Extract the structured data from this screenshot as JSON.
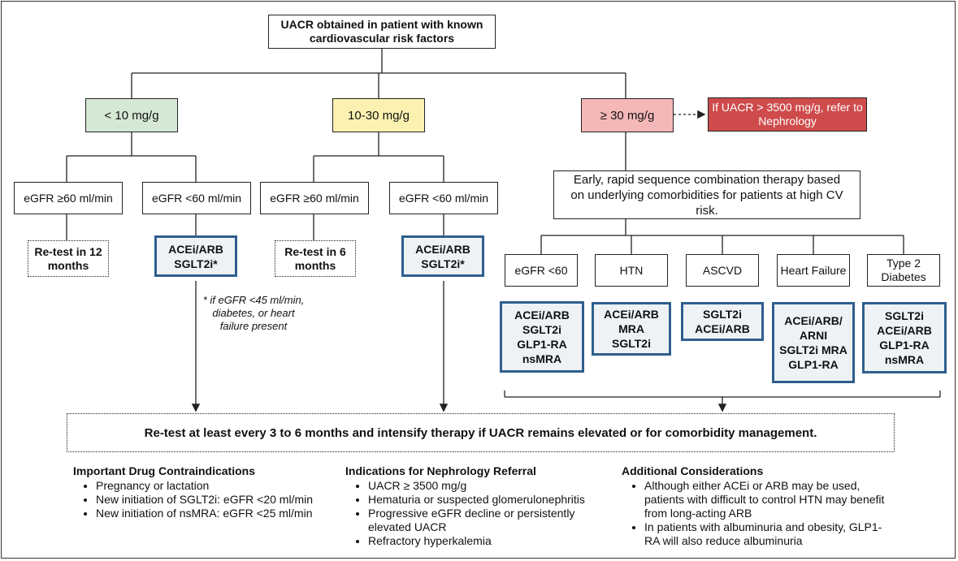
{
  "top": "UACR obtained in patient with known cardiovascular risk factors",
  "tiers": {
    "low": "< 10 mg/g",
    "mid": "10-30 mg/g",
    "high": "≥ 30 mg/g"
  },
  "referral_box": "If UACR > 3500 mg/g, refer to Nephrology",
  "egfr": {
    "ge60": "eGFR ≥60 ml/min",
    "lt60": "eGFR <60 ml/min"
  },
  "retest": {
    "low": "Re-test in 12 months",
    "mid": "Re-test in 6 months"
  },
  "ace_sglt": "ACEi/ARB SGLT2i*",
  "footnote": "* if eGFR <45 ml/min, diabetes, or heart failure present",
  "combination": "Early, rapid sequence combination therapy based on underlying comorbidities for patients at high CV risk.",
  "comorbidities": [
    {
      "label": "eGFR <60",
      "drugs": "ACEi/ARB SGLT2i GLP1-RA nsMRA"
    },
    {
      "label": "HTN",
      "drugs": "ACEi/ARB MRA SGLT2i"
    },
    {
      "label": "ASCVD",
      "drugs": "SGLT2i ACEi/ARB"
    },
    {
      "label": "Heart Failure",
      "drugs": "ACEi/ARB/ ARNI SGLT2i MRA GLP1-RA"
    },
    {
      "label": "Type 2 Diabetes",
      "drugs": "SGLT2i ACEi/ARB GLP1-RA nsMRA"
    }
  ],
  "bottom": "Re-test at least every 3 to 6 months and intensify therapy if UACR remains elevated or for comorbidity management.",
  "contraindications": {
    "title": "Important Drug Contraindications",
    "items": [
      "Pregnancy or lactation",
      "New initiation of SGLT2i: eGFR <20 ml/min",
      "New initiation of nsMRA: eGFR <25 ml/min"
    ]
  },
  "referral": {
    "title": "Indications for Nephrology Referral",
    "items": [
      "UACR ≥ 3500 mg/g",
      "Hematuria or suspected glomerulonephritis",
      "Progressive eGFR decline or persistently elevated UACR",
      "Refractory hyperkalemia"
    ]
  },
  "considerations": {
    "title": "Additional Considerations",
    "items": [
      "Although either ACEi or ARB may be used, patients with difficult to control HTN may benefit from long-acting ARB",
      "In patients with albuminuria and obesity, GLP1-RA will also reduce albuminuria"
    ]
  },
  "colors": {
    "low": "#d5e8d4",
    "mid": "#fbf2b2",
    "high": "#f4b8b8",
    "referral": "#cf4b4b",
    "drug_border": "#2e5f8e"
  }
}
